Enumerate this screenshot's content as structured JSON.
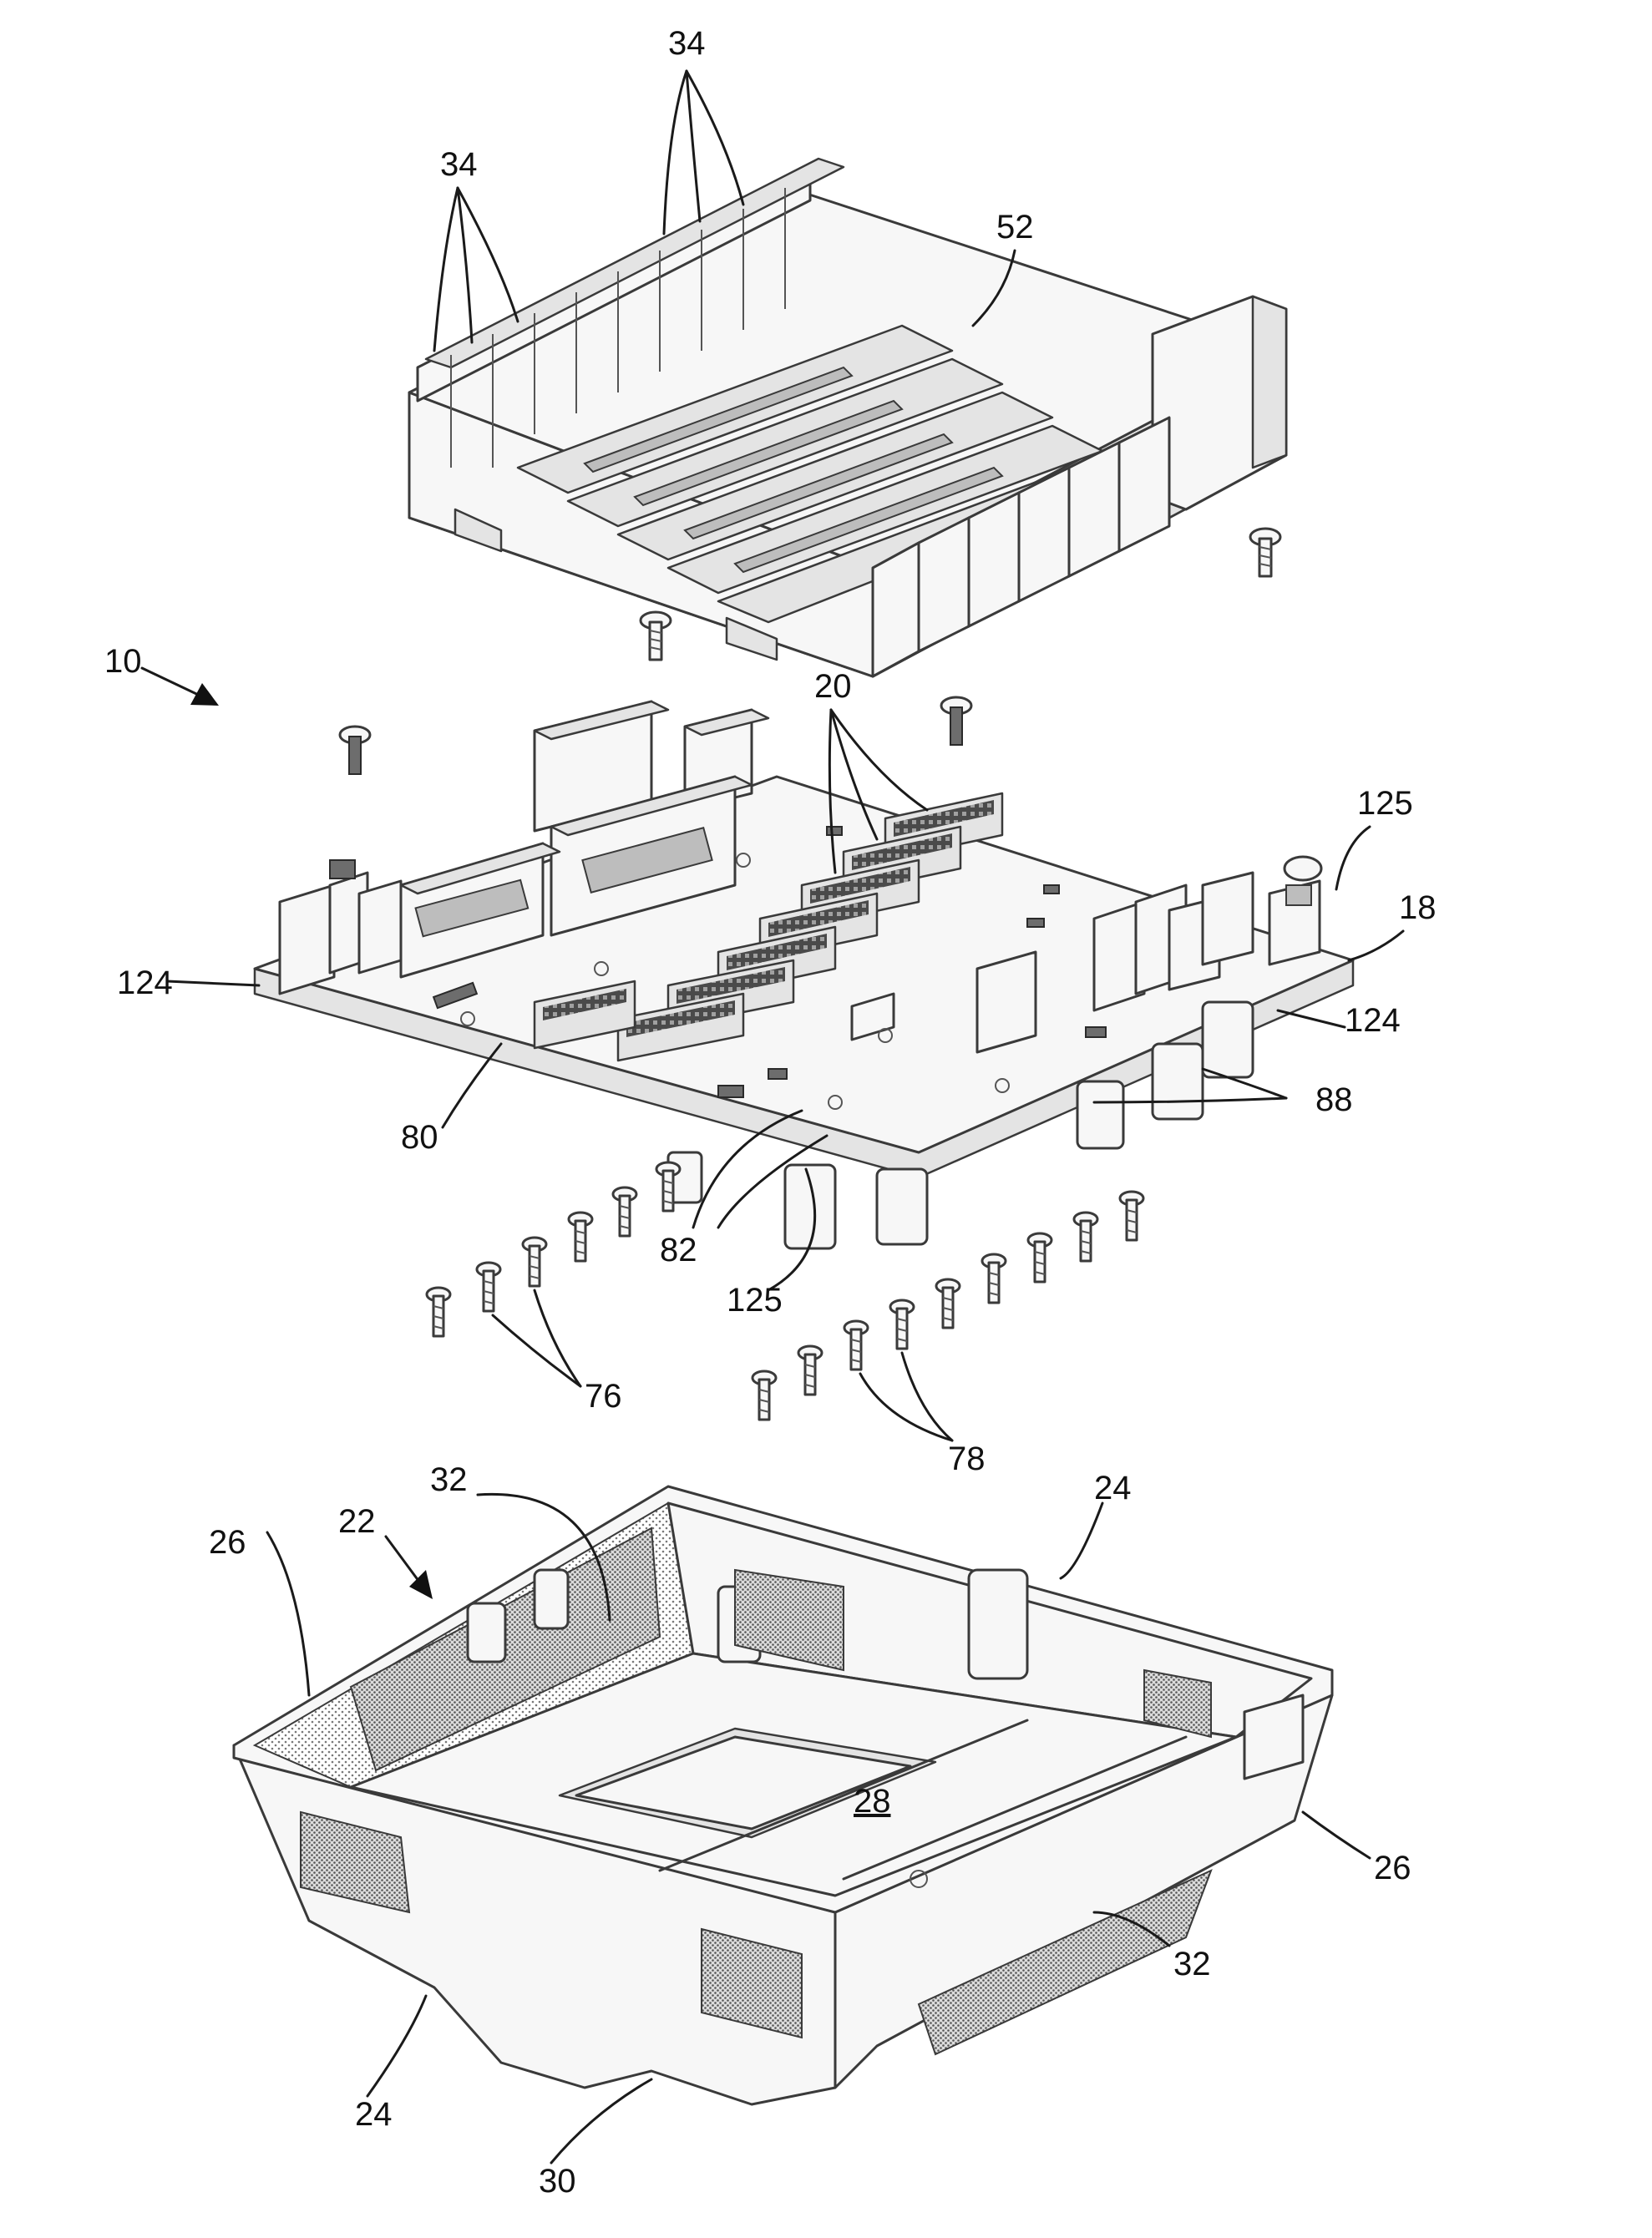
{
  "labels": {
    "top_34_a": "34",
    "top_34_b": "34",
    "tray_52": "52",
    "assembly_10": "10",
    "connectors_20": "20",
    "top_125": "125",
    "board_18": "18",
    "left_124": "124",
    "right_124": "124",
    "board_80": "80",
    "posts_88": "88",
    "leads_82": "82",
    "bottom_125": "125",
    "screws_76": "76",
    "screws_78": "78",
    "housing_22": "22",
    "wall_26_left": "26",
    "wall_32_top": "32",
    "wall_24_top": "24",
    "floor_28": "28",
    "wall_26_right": "26",
    "wall_32_bottom": "32",
    "wall_24_bottom": "24",
    "base_30": "30"
  }
}
